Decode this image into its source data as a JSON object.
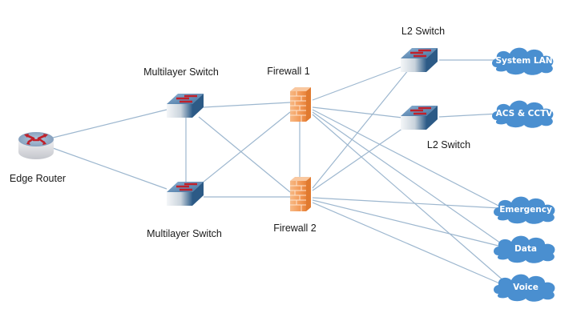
{
  "diagram": {
    "nodes": {
      "edge_router": {
        "label": "Edge Router",
        "type": "router",
        "icon": "router-icon"
      },
      "ml_switch_1": {
        "label": "Multilayer Switch",
        "type": "multilayer-switch",
        "icon": "switch-icon"
      },
      "ml_switch_2": {
        "label": "Multilayer Switch",
        "type": "multilayer-switch",
        "icon": "switch-icon"
      },
      "firewall_1": {
        "label": "Firewall 1",
        "type": "firewall",
        "icon": "firewall-icon"
      },
      "firewall_2": {
        "label": "Firewall 2",
        "type": "firewall",
        "icon": "firewall-icon"
      },
      "l2_switch_1": {
        "label": "L2 Switch",
        "type": "l2-switch",
        "icon": "switch-icon"
      },
      "l2_switch_2": {
        "label": "L2 Switch",
        "type": "l2-switch",
        "icon": "switch-icon"
      },
      "cloud_system_lan": {
        "label": "System LAN",
        "type": "cloud",
        "icon": "cloud-icon"
      },
      "cloud_acs_cctv": {
        "label": "ACS & CCTV",
        "type": "cloud",
        "icon": "cloud-icon"
      },
      "cloud_emergency": {
        "label": "Emergency",
        "type": "cloud",
        "icon": "cloud-icon"
      },
      "cloud_data": {
        "label": "Data",
        "type": "cloud",
        "icon": "cloud-icon"
      },
      "cloud_voice": {
        "label": "Voice",
        "type": "cloud",
        "icon": "cloud-icon"
      }
    },
    "links": [
      [
        "edge_router",
        "ml_switch_1"
      ],
      [
        "edge_router",
        "ml_switch_2"
      ],
      [
        "ml_switch_1",
        "ml_switch_2"
      ],
      [
        "ml_switch_1",
        "firewall_1"
      ],
      [
        "ml_switch_1",
        "firewall_2"
      ],
      [
        "ml_switch_2",
        "firewall_1"
      ],
      [
        "ml_switch_2",
        "firewall_2"
      ],
      [
        "firewall_1",
        "firewall_2"
      ],
      [
        "firewall_1",
        "l2_switch_1"
      ],
      [
        "firewall_1",
        "l2_switch_2"
      ],
      [
        "firewall_2",
        "l2_switch_1"
      ],
      [
        "firewall_2",
        "l2_switch_2"
      ],
      [
        "l2_switch_1",
        "cloud_system_lan"
      ],
      [
        "l2_switch_2",
        "cloud_acs_cctv"
      ],
      [
        "firewall_1",
        "cloud_emergency"
      ],
      [
        "firewall_1",
        "cloud_data"
      ],
      [
        "firewall_1",
        "cloud_voice"
      ],
      [
        "firewall_2",
        "cloud_emergency"
      ],
      [
        "firewall_2",
        "cloud_data"
      ],
      [
        "firewall_2",
        "cloud_voice"
      ]
    ],
    "colors": {
      "link": "#9db7cf",
      "cloud": "#4a8fd0",
      "firewall": "#f2a566",
      "switch_top": "#6e9ac4",
      "arrow": "#c0202a"
    }
  }
}
